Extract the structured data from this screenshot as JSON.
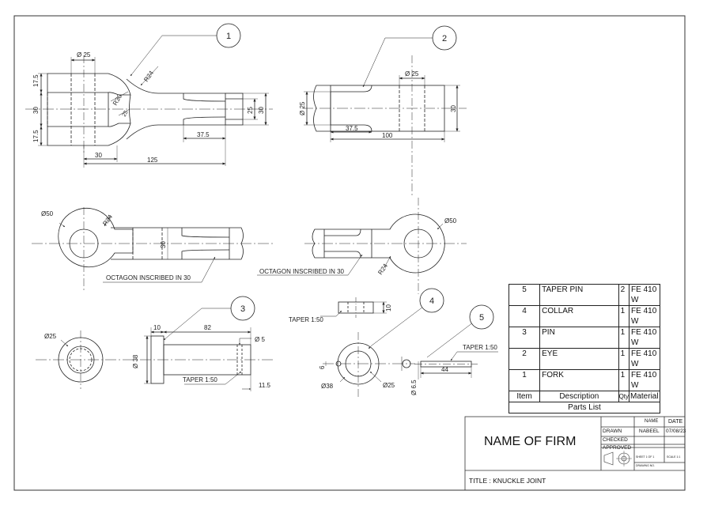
{
  "balloons": [
    "1",
    "2",
    "3",
    "4",
    "5"
  ],
  "dims": {
    "fork": {
      "dia25": "Ø 25",
      "h175a": "17.5",
      "h30": "30",
      "h175b": "17.5",
      "r24": "R24",
      "r30": "R30",
      "r25": "25",
      "w25": "25",
      "w30": "30",
      "l375": "37.5",
      "l30": "30",
      "l125": "125"
    },
    "eye": {
      "dia25": "Ø 25",
      "d25": "Ø 25",
      "h30": "30",
      "l375": "37.5",
      "l100": "100"
    },
    "fork_top": {
      "d50": "Ø50",
      "r24": "R24",
      "h30": "30",
      "note": "OCTAGON INSCRIBED IN 30"
    },
    "eye_top": {
      "d50": "Ø50",
      "r24": "R24",
      "note": "OCTAGON INSCRIBED IN 30"
    },
    "pin": {
      "d25": "Ø25",
      "l10": "10",
      "l82": "82",
      "d5": "Ø 5",
      "d38": "Ø 38",
      "taper": "TAPER 1:50",
      "l115": "11.5"
    },
    "collar": {
      "taper": "TAPER 1:50",
      "h10": "10",
      "h6": "6",
      "d38": "Ø38",
      "d25": "Ø25"
    },
    "taper_pin": {
      "taper": "TAPER 1:50",
      "l44": "44",
      "d65": "Ø 6.5"
    }
  },
  "parts_list": {
    "rows": [
      {
        "item": "5",
        "desc": "TAPER PIN",
        "qty": "2",
        "mat": "FE 410 W"
      },
      {
        "item": "4",
        "desc": "COLLAR",
        "qty": "1",
        "mat": "FE 410 W"
      },
      {
        "item": "3",
        "desc": "PIN",
        "qty": "1",
        "mat": "FE 410 W"
      },
      {
        "item": "2",
        "desc": "EYE",
        "qty": "1",
        "mat": "FE 410 W"
      },
      {
        "item": "1",
        "desc": "FORK",
        "qty": "1",
        "mat": "FE 410 W"
      }
    ],
    "headers": {
      "item": "Item",
      "desc": "Description",
      "qty": "Qty",
      "mat": "Material"
    },
    "footer": "Parts List"
  },
  "title_block": {
    "firm": "NAME OF FIRM",
    "name_hdr": "NAME",
    "date_hdr": "DATE",
    "drawn": "DRAWN",
    "checked": "CHECKED",
    "approved": "APPROVED",
    "drawn_name": "NABEEL",
    "drawn_date": "07/08/23",
    "sheet": "SHEET 1 OF 1",
    "scale": "SCALE 1:1",
    "drawing_no": "DRAWING NO.",
    "title": "TITLE : KNUCKLE JOINT"
  }
}
